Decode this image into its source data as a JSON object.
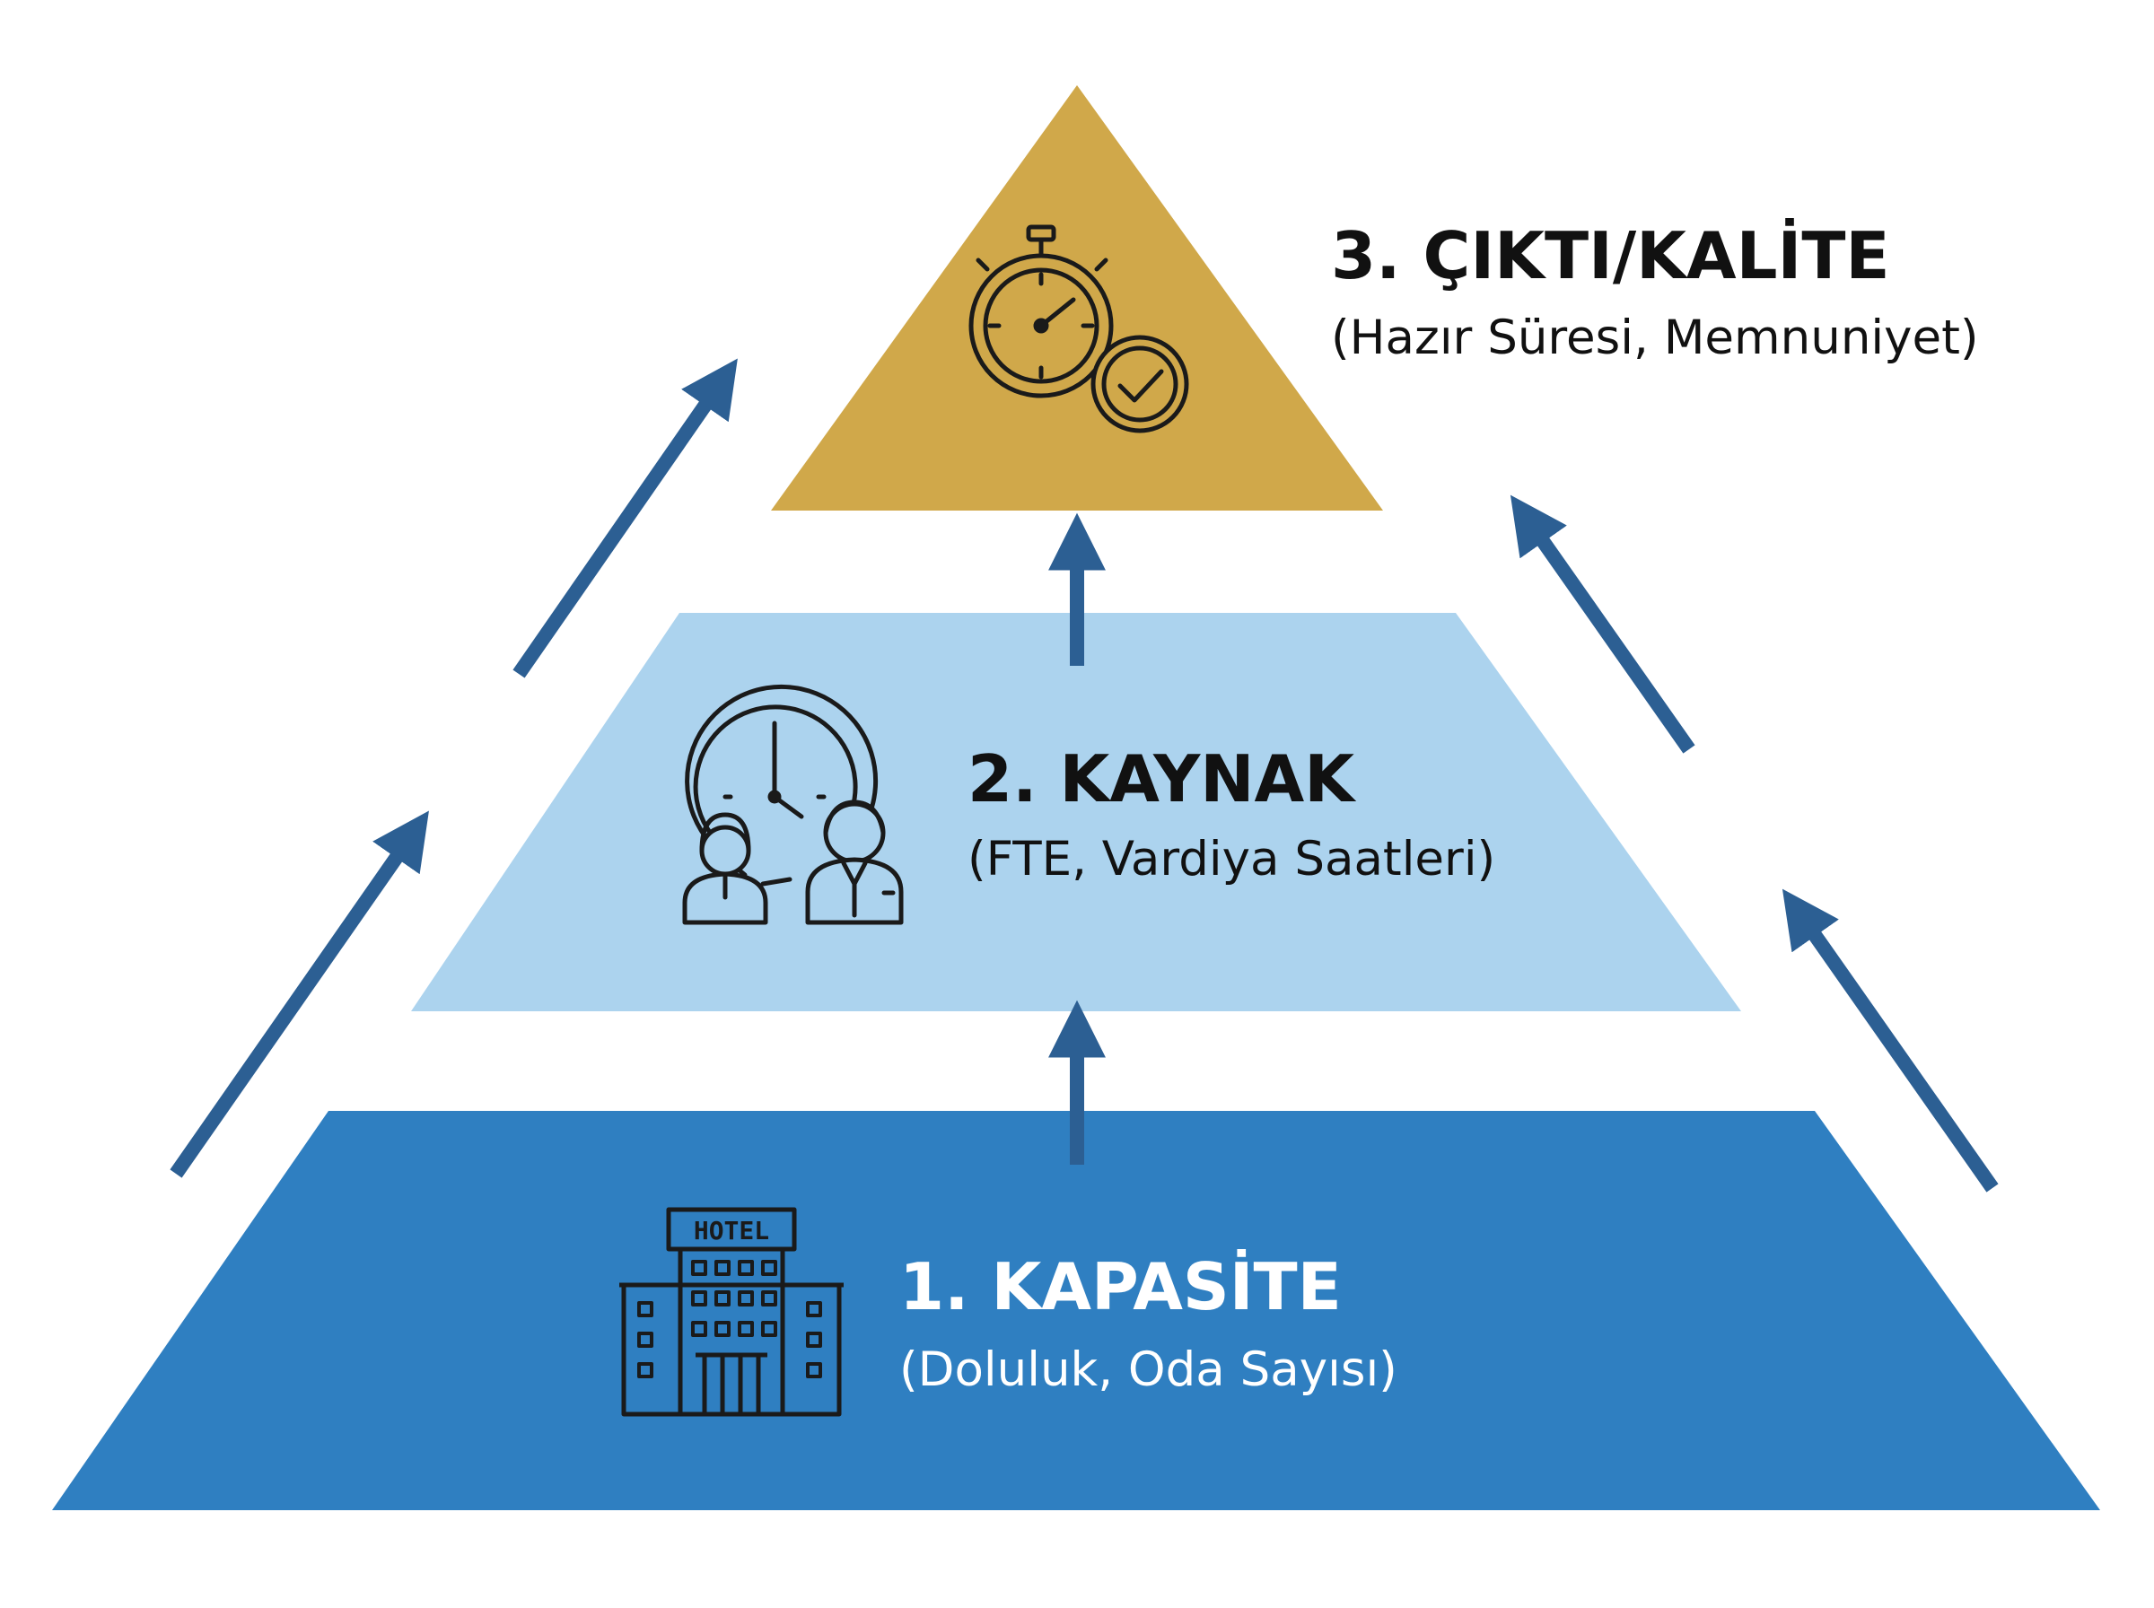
{
  "colors": {
    "background": "#ffffff",
    "top_fill": "#d0a84a",
    "middle_fill": "#acd3ee",
    "bottom_fill": "#2f7fc1",
    "arrow": "#2c5f93",
    "dark_text": "#111111",
    "light_text": "#ffffff",
    "icon_stroke": "#1a1a1a"
  },
  "levels": {
    "top": {
      "title": "3. ÇIKTI/KALİTE",
      "subtitle": "(Hazır Süresi, Memnuniyet)",
      "icon": "stopwatch-check-icon"
    },
    "middle": {
      "title": "2. KAYNAK",
      "subtitle": "(FTE, Vardiya Saatleri)",
      "icon": "staff-clock-icon"
    },
    "bottom": {
      "title": "1. KAPASİTE",
      "subtitle": "(Doluluk, Oda Sayısı)",
      "icon": "hotel-building-icon",
      "icon_text": "HOTEL"
    }
  }
}
